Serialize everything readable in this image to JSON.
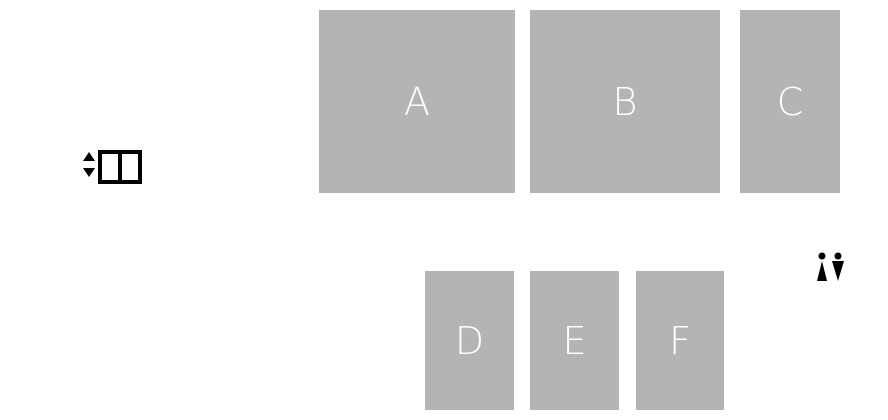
{
  "colors": {
    "background": "#ffffff",
    "tile_fill": "#b3b4b3",
    "tile_text": "#ffffff",
    "icon": "#000000"
  },
  "tiles": [
    {
      "id": "a",
      "label": "A"
    },
    {
      "id": "b",
      "label": "B"
    },
    {
      "id": "c",
      "label": "C"
    },
    {
      "id": "d",
      "label": "D"
    },
    {
      "id": "e",
      "label": "E"
    },
    {
      "id": "f",
      "label": "F"
    }
  ],
  "icons": {
    "left": "sort-arrows-columns-icon",
    "right": "two-people-icon"
  }
}
